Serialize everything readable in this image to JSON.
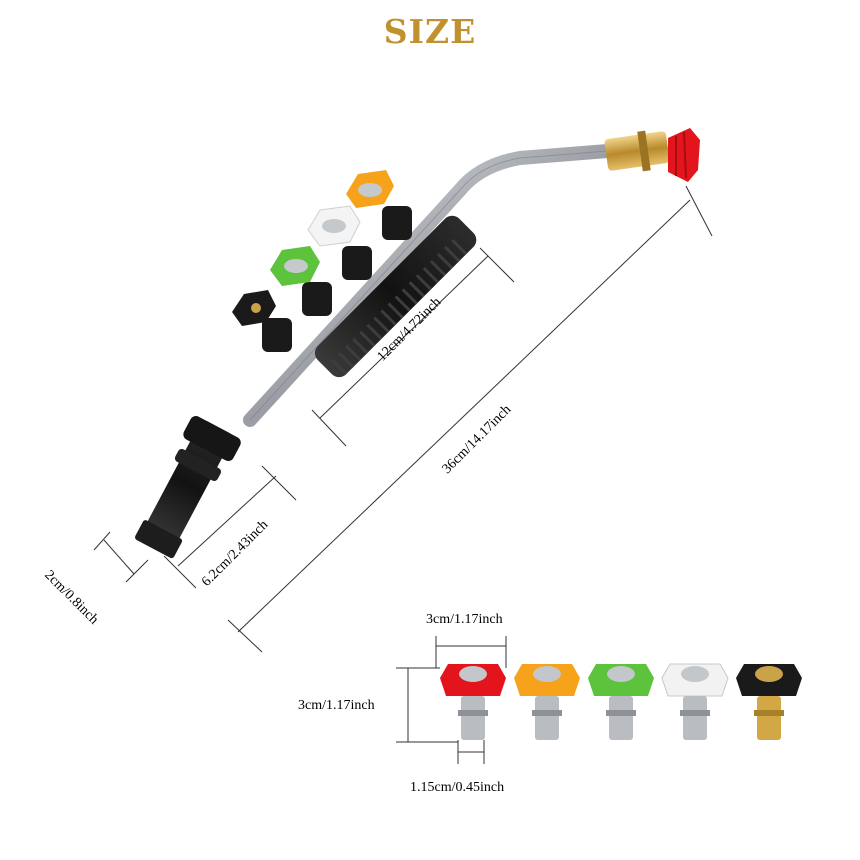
{
  "title": "SIZE",
  "dimensions": {
    "body_length": "12cm/4.72inch",
    "total_length": "36cm/14.17inch",
    "adapter_length": "6.2cm/2.43inch",
    "adapter_diameter": "2cm/0.8inch",
    "nozzle_width": "3cm/1.17inch",
    "nozzle_height": "3cm/1.17inch",
    "nozzle_plug": "1.15cm/0.45inch"
  },
  "nozzles": [
    {
      "color": "#e3141c",
      "tip": "silver"
    },
    {
      "color": "#f6a21b",
      "tip": "silver"
    },
    {
      "color": "#5dc23c",
      "tip": "silver"
    },
    {
      "color": "#f2f2f2",
      "tip": "silver"
    },
    {
      "color": "#1a1a1a",
      "tip": "brass"
    }
  ],
  "colors": {
    "title": "#c0922f",
    "body": "#1c1c1c",
    "steel": "#b9bcc0",
    "brass": "#c9a24a"
  }
}
